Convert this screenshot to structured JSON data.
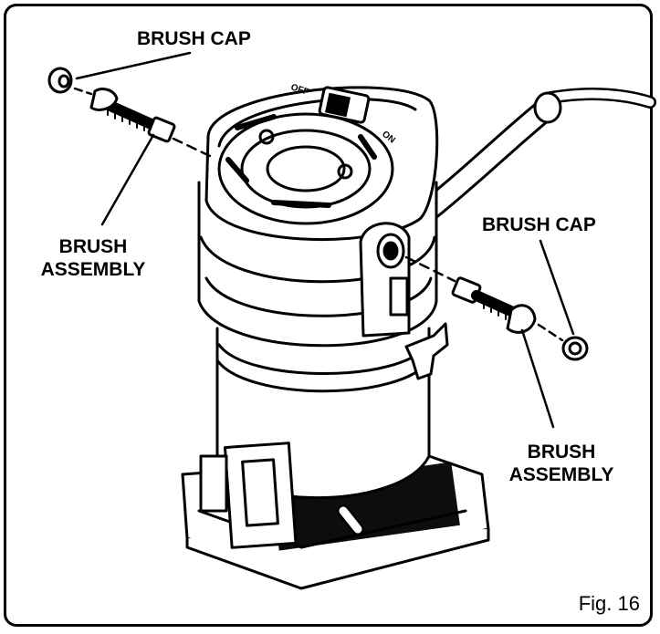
{
  "figure": {
    "number_label": "Fig. 16"
  },
  "labels": {
    "brush_cap_top": "BRUSH CAP",
    "brush_assembly_left_line1": "BRUSH",
    "brush_assembly_left_line2": "ASSEMBLY",
    "brush_cap_right": "BRUSH CAP",
    "brush_assembly_right_line1": "BRUSH",
    "brush_assembly_right_line2": "ASSEMBLY"
  },
  "switch": {
    "off_label": "OFF",
    "on_label": "ON"
  }
}
